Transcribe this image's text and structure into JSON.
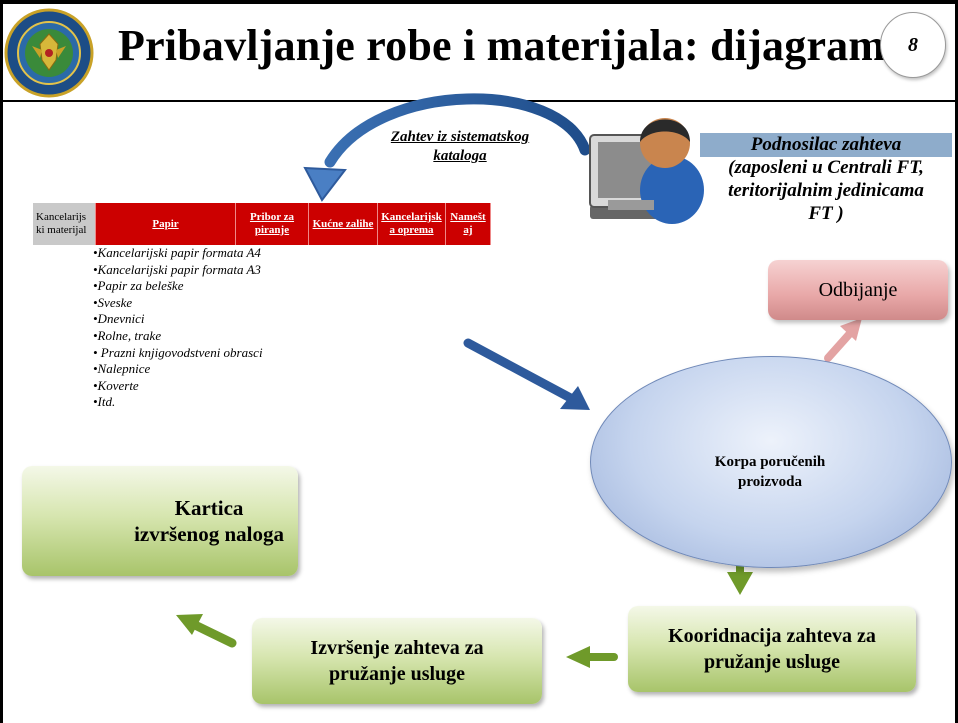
{
  "title": "Pribavljanje robe i materijala: dijagram",
  "page_number": "8",
  "arc_label": [
    "Zahtev iz sistematskog",
    "kataloga"
  ],
  "requester": [
    "Podnosilac zahteva",
    "(zaposleni u Centrali FT,",
    "teritorijalnim jedinicama",
    "FT )"
  ],
  "catalog": {
    "headers": [
      "Kancelarijs ki materijal",
      "Papir",
      "Pribor za piranje",
      "Kućne zalihe",
      "Kancelarijsk a oprema",
      "Namešt aj"
    ],
    "items": [
      "•Kancelarijski papir formata A4",
      "•Kancelarijski papir formata A3",
      "•Papir za beleške",
      "•Sveske",
      "•Dnevnici",
      "•Rolne, trake",
      "• Prazni knjigovodstveni obrasci",
      "•Nalepnice",
      "•Koverte",
      "•Itd."
    ]
  },
  "reject_label": "Odbijanje",
  "basket_label": [
    "Korpa poručenih",
    "proizvoda"
  ],
  "card_label": [
    "Kartica",
    "izvršenog naloga"
  ],
  "execution_label": [
    "Izvršenje zahteva za",
    "pružanje usluge"
  ],
  "coordination_label": [
    "Kooridnacija zahteva za",
    "pružanje usluge"
  ],
  "colors": {
    "catalog_red": "#cc0000",
    "ellipse_blue": "#c5d4ee",
    "green_box": "#d7e6b0",
    "reject_pink": "#e8a7a7",
    "blue_arrow": "#2e5a9c",
    "green_arrow": "#6f9a2a",
    "requester_band": "#8eaccb"
  },
  "icons": [
    "emblem-icon",
    "cursor-icon",
    "computer-user-icon",
    "recycle-bin-icon",
    "hand-card-icon"
  ]
}
